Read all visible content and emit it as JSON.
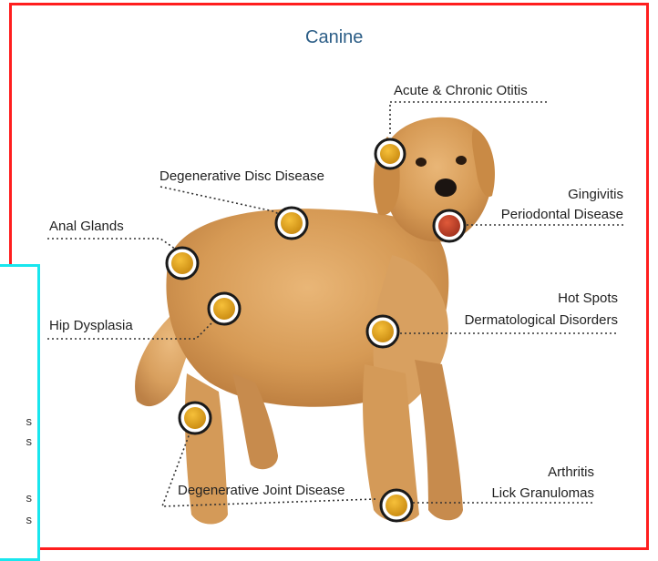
{
  "title": "Canine",
  "labels": {
    "otitis": "Acute & Chronic Otitis",
    "ddd": "Degenerative Disc Disease",
    "gingivitis": "Gingivitis",
    "periodontal": "Periodontal Disease",
    "anal": "Anal Glands",
    "hip": "Hip Dysplasia",
    "hotspots": "Hot Spots",
    "derm": "Dermatological Disorders",
    "arthritis": "Arthritis",
    "lick": "Lick Granulomas",
    "djd": "Degenerative Joint Disease"
  },
  "overlay_snippets": [
    "s",
    "s",
    "s",
    "s"
  ],
  "colors": {
    "frame_outer": "#ff1e1e",
    "frame_inner": "#19e6ee",
    "title": "#2b5d86",
    "marker_ring": "#1a1a1a",
    "marker_fill": "#e8a21b"
  }
}
